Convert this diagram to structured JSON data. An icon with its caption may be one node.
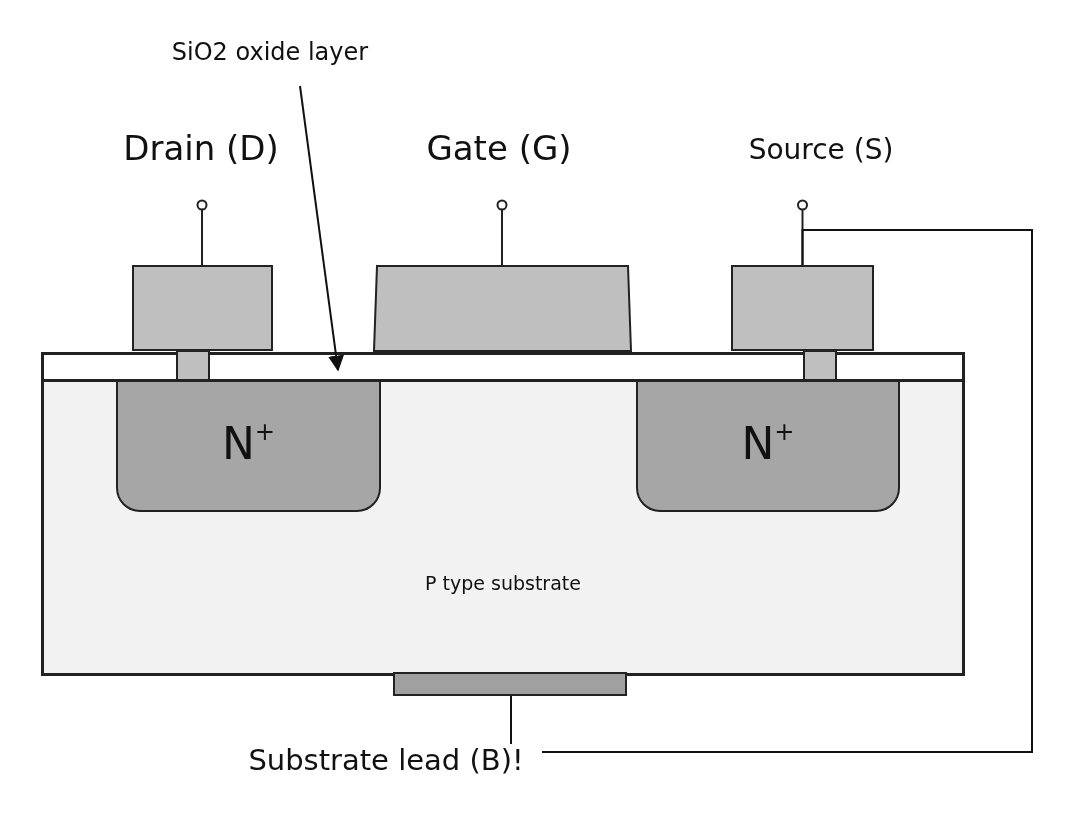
{
  "diagram": {
    "nodes": [
      {
        "text": [
          "SiO2 oxide layer"
        ]
      },
      {
        "text": [],
        "shape": "box"
      },
      {
        "text": [],
        "shape": "box"
      },
      {
        "text": [],
        "shape": "box"
      },
      {
        "text": [],
        "shape": "box"
      },
      {
        "text": [
          "P type substrate"
        ]
      },
      {
        "text": [
          "N$^{+}$"
        ],
        "in": 5
      },
      {
        "text": [
          "N$^{+}$"
        ],
        "in": 5
      },
      {
        "text": [],
        "shape": "bar"
      },
      {
        "text": [
          "Substrate lead (B)!"
        ]
      }
    ],
    "edges": [
      {
        "from": 0,
        "to": 4,
        "arrow": "to"
      },
      {
        "from": 3,
        "to": 9,
        "arrow": "none"
      },
      {
        "from": 8,
        "to": 9,
        "arrow": "none"
      }
    ],
    "labels": [
      "Drain (D)",
      "Gate (G)",
      "Source (S)"
    ]
  }
}
